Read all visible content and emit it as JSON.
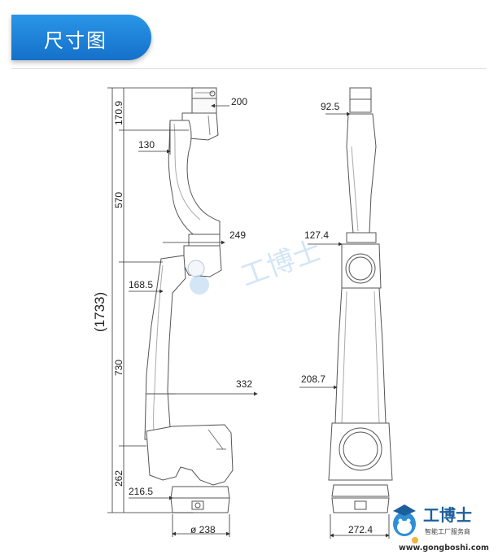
{
  "header": {
    "title": "尺寸图"
  },
  "side_view": {
    "vertical_dims": [
      "170.9",
      "570",
      "730",
      "262"
    ],
    "total_height": "(1733)",
    "horizontal_dims": [
      "200",
      "130",
      "249",
      "168.5",
      "332",
      "216.5"
    ],
    "base_diameter": "ø 238"
  },
  "front_view": {
    "dims": [
      "92.5",
      "127.4",
      "208.7",
      "272.4"
    ]
  },
  "watermark": {
    "brand": "工博士",
    "tagline": "智能工厂服务商",
    "url": "www.gongboshi.com"
  }
}
